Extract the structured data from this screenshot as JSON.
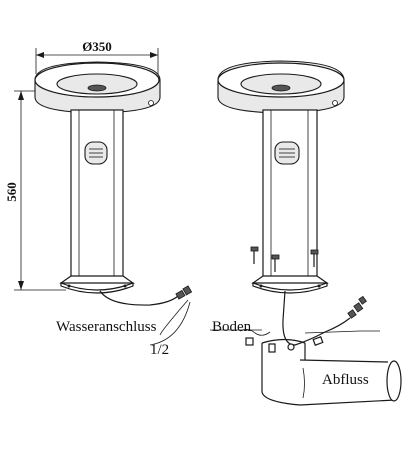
{
  "diagram": {
    "dimensions": {
      "diameter": "Ø350",
      "height": "560"
    },
    "labels": {
      "water_connection": "Wasseranschluss",
      "thread_size": "1/2",
      "ground": "Boden",
      "drain": "Abfluss"
    }
  }
}
